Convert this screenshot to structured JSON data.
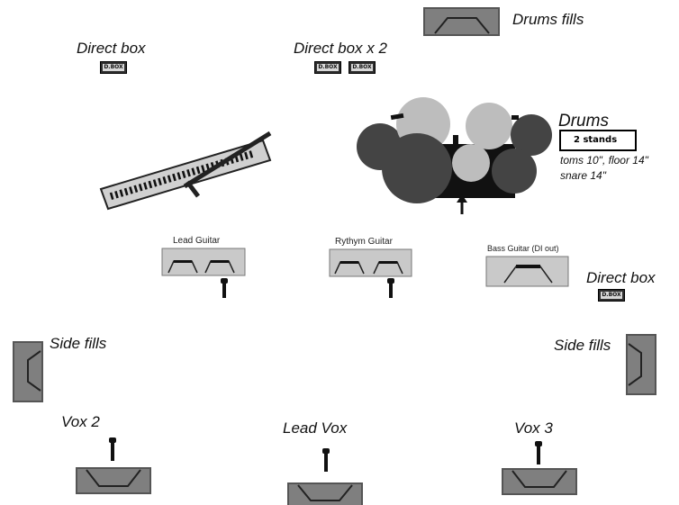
{
  "labels": {
    "drums_fills": "Drums fills",
    "direct_box_left": "Direct box",
    "direct_box_x2": "Direct box x 2",
    "drums": "Drums",
    "drum_stands": "2 stands",
    "drum_toms": "toms 10\", floor 14\"",
    "drum_snare": "snare 14\"",
    "lead_guitar": "Lead Guitar",
    "rhythm_guitar": "Rythym Guitar",
    "bass_guitar": "Bass Guitar (DI out)",
    "direct_box_right": "Direct box",
    "side_fills_left": "Side fills",
    "side_fills_right": "Side fills",
    "vox2": "Vox 2",
    "lead_vox": "Lead Vox",
    "vox3": "Vox 3"
  },
  "dibox_text": "D.BOX",
  "colors": {
    "wedge": "#7f7f7f",
    "amp": "#c9c9c9",
    "drum_dark": "#444444",
    "drum_light": "#bdbdbd",
    "keyboard": "#d0d0d0"
  }
}
